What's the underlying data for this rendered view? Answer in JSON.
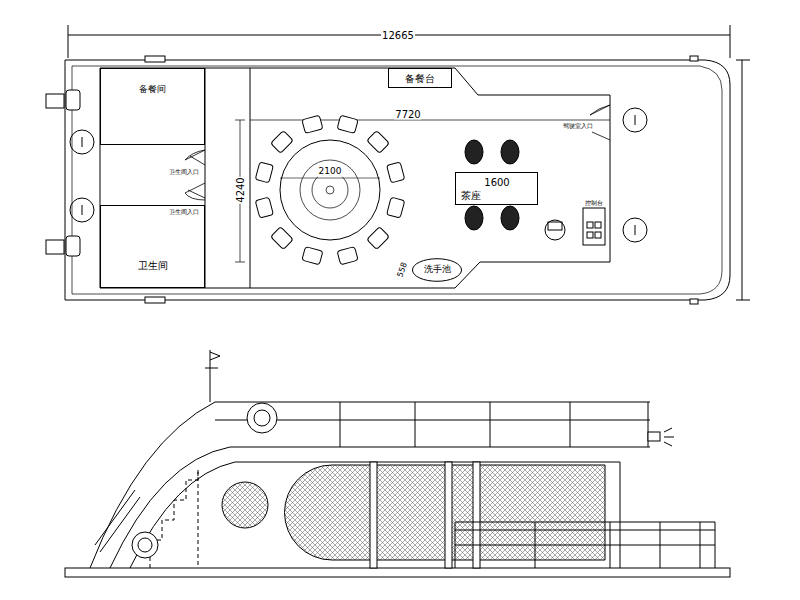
{
  "diagram": {
    "nodes": [
      {
        "text": [
          "备餐间"
        ]
      },
      {
        "text": [
          "卫生间"
        ]
      },
      {
        "text": [
          "备餐台"
        ]
      },
      {
        "text": [
          "茶座"
        ]
      },
      {
        "text": [
          "洗手池"
        ]
      }
    ],
    "labels": [
      "12665",
      "7720",
      "4240",
      "2100",
      "1600",
      "558",
      "卫生间入口",
      "卫生间入口",
      "驾驶室入口",
      "控制台"
    ]
  }
}
